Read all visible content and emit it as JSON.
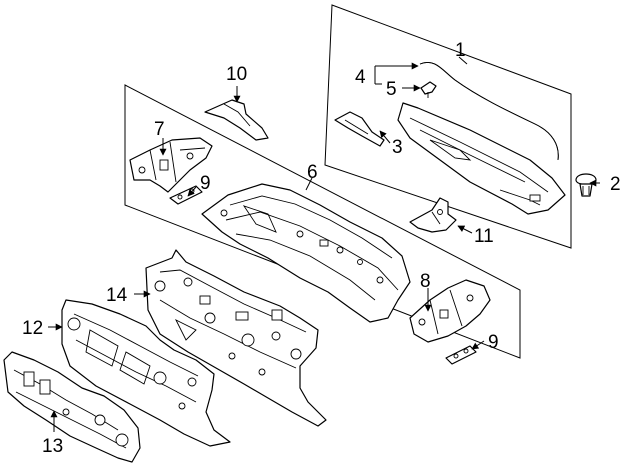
{
  "callouts": [
    {
      "id": "1",
      "label": "1"
    },
    {
      "id": "2",
      "label": "2"
    },
    {
      "id": "3",
      "label": "3"
    },
    {
      "id": "4",
      "label": "4"
    },
    {
      "id": "5",
      "label": "5"
    },
    {
      "id": "6",
      "label": "6"
    },
    {
      "id": "7",
      "label": "7"
    },
    {
      "id": "8",
      "label": "8"
    },
    {
      "id": "9a",
      "label": "9"
    },
    {
      "id": "9b",
      "label": "9"
    },
    {
      "id": "10",
      "label": "10"
    },
    {
      "id": "11",
      "label": "11"
    },
    {
      "id": "12",
      "label": "12"
    },
    {
      "id": "13",
      "label": "13"
    },
    {
      "id": "14",
      "label": "14"
    }
  ]
}
